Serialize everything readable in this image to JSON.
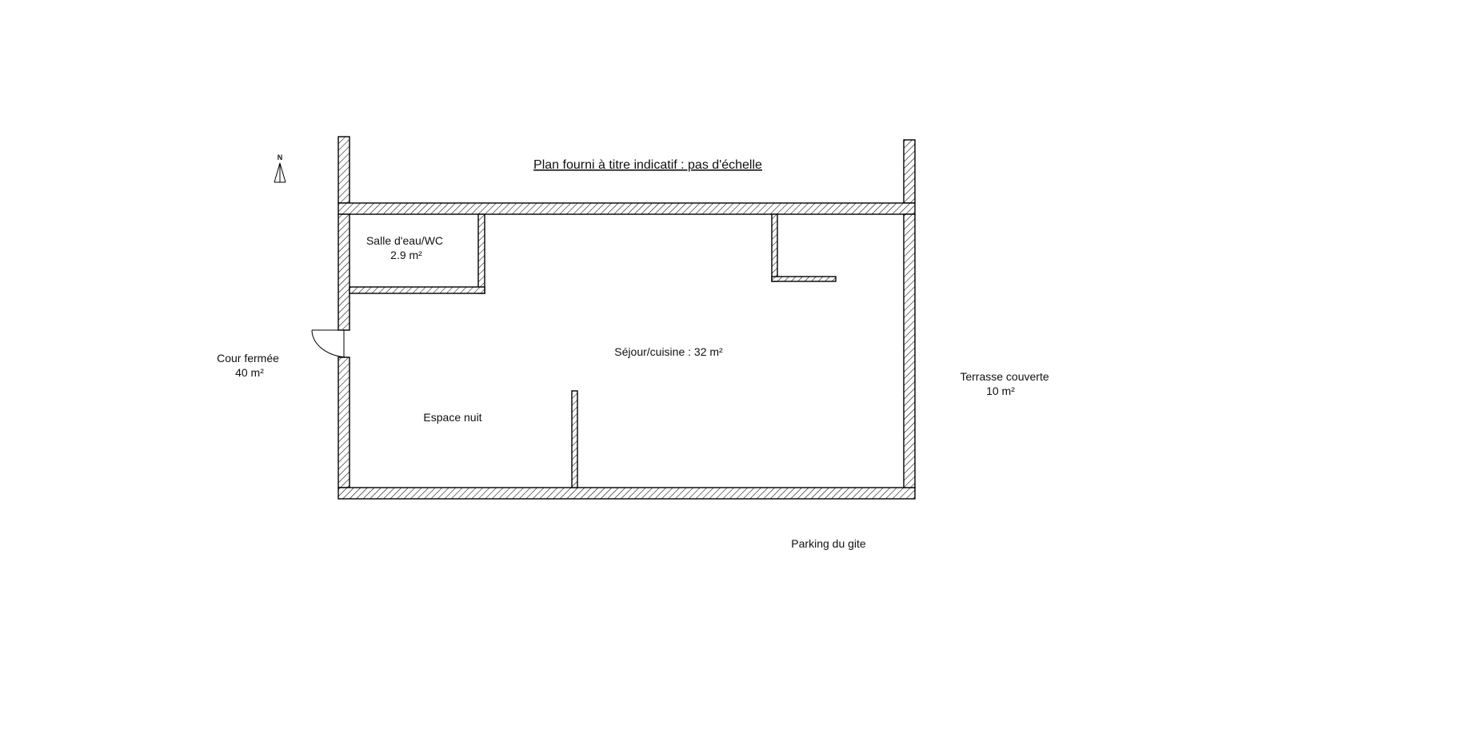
{
  "plan": {
    "title": "Plan fourni à titre indicatif : pas d'échelle",
    "north_label": "N",
    "rooms": {
      "salle_deau": {
        "name": "Salle d'eau/WC",
        "area": "2.9 m²"
      },
      "sejour": {
        "label": "Séjour/cuisine : 32 m²"
      },
      "espace_nuit": {
        "label": "Espace nuit"
      }
    },
    "exterior": {
      "cour": {
        "name": "Cour fermée",
        "area": "40 m²"
      },
      "terrasse": {
        "name": "Terrasse couverte",
        "area": "10 m²"
      },
      "parking": {
        "label": "Parking du gite"
      }
    },
    "colors": {
      "line": "#000000",
      "background": "#ffffff",
      "text": "#111111"
    }
  }
}
